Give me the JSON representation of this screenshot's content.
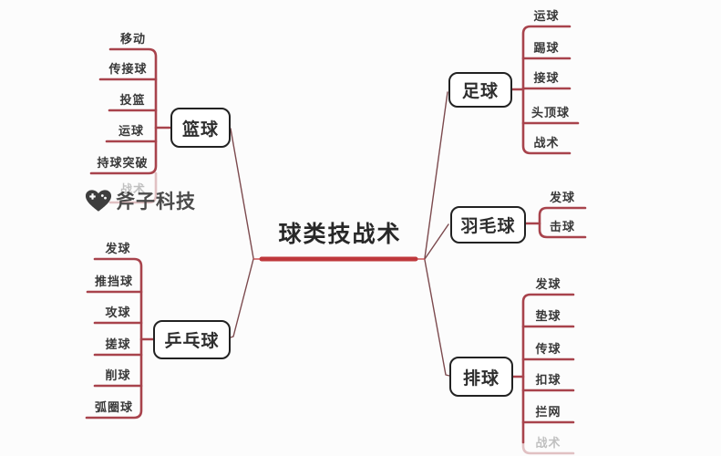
{
  "title": "球类技战术",
  "watermark": {
    "brand": "斧子科技",
    "logo": "heart-gamepad-icon"
  },
  "branches": [
    {
      "id": "basketball",
      "label": "篮球",
      "side": "left",
      "children": [
        {
          "label": "移动"
        },
        {
          "label": "传接球"
        },
        {
          "label": "投篮"
        },
        {
          "label": "运球"
        },
        {
          "label": "持球突破"
        },
        {
          "label": "战术",
          "faded": true
        }
      ]
    },
    {
      "id": "table-tennis",
      "label": "乒乓球",
      "side": "left",
      "children": [
        {
          "label": "发球"
        },
        {
          "label": "推挡球"
        },
        {
          "label": "攻球"
        },
        {
          "label": "搓球"
        },
        {
          "label": "削球"
        },
        {
          "label": "弧圈球"
        }
      ]
    },
    {
      "id": "football",
      "label": "足球",
      "side": "right",
      "children": [
        {
          "label": "运球"
        },
        {
          "label": "踢球"
        },
        {
          "label": "接球"
        },
        {
          "label": "头顶球"
        },
        {
          "label": "战术"
        }
      ]
    },
    {
      "id": "badminton",
      "label": "羽毛球",
      "side": "right",
      "children": [
        {
          "label": "发球"
        },
        {
          "label": "击球"
        }
      ]
    },
    {
      "id": "volleyball",
      "label": "排球",
      "side": "right",
      "children": [
        {
          "label": "发球"
        },
        {
          "label": "垫球"
        },
        {
          "label": "传球"
        },
        {
          "label": "扣球"
        },
        {
          "label": "拦网"
        },
        {
          "label": "战术",
          "faded": true
        }
      ]
    }
  ],
  "colors": {
    "branch_line": "#a8434c",
    "center_line": "#bf383c",
    "connector": "#7c4a4e",
    "box_border": "#222222",
    "text": "#2e2e2e"
  }
}
